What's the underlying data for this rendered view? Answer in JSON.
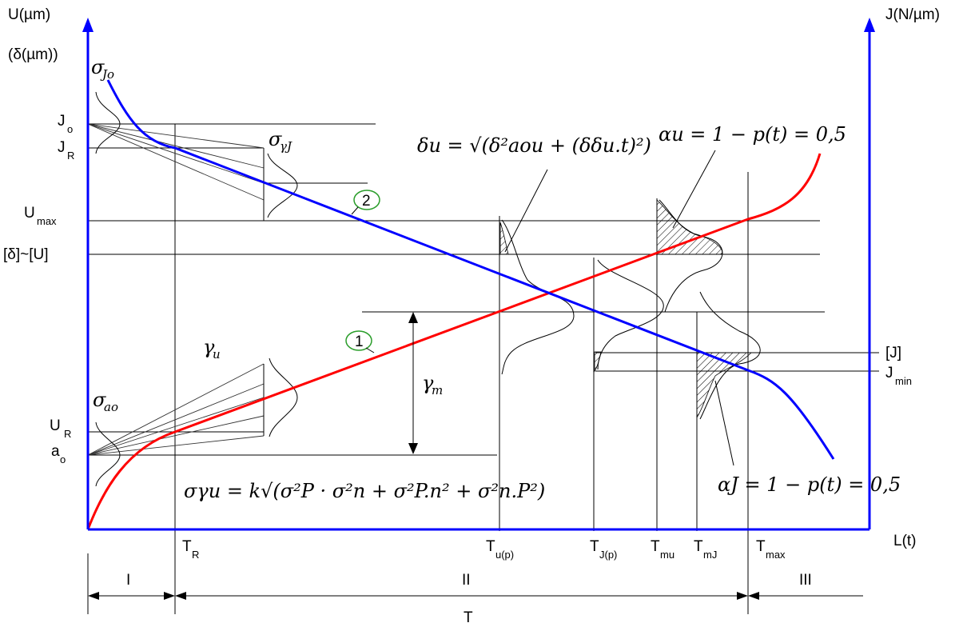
{
  "axes": {
    "y_left_label": "U(µm)",
    "y_left_label2": "(δ(µm))",
    "y_right_label": "J(N/µm)",
    "x_label": "L(t)"
  },
  "y_left_ticks": [
    {
      "key": "Jo",
      "main": "J",
      "sub": "o"
    },
    {
      "key": "JR",
      "main": "J",
      "sub": "R"
    },
    {
      "key": "Umax",
      "main": "U",
      "sub": "max"
    },
    {
      "key": "deltaU",
      "main": "[δ]~[U]",
      "sub": ""
    },
    {
      "key": "UR",
      "main": "U",
      "sub": "R"
    },
    {
      "key": "ao",
      "main": "a",
      "sub": "o"
    }
  ],
  "y_right_ticks": [
    {
      "key": "J",
      "main": "[J]",
      "sub": ""
    },
    {
      "key": "Jmin",
      "main": "J",
      "sub": "min"
    }
  ],
  "x_ticks": [
    {
      "key": "TR",
      "main": "T",
      "sub": "R"
    },
    {
      "key": "Tup",
      "main": "T",
      "sub": "u(p)"
    },
    {
      "key": "TJp",
      "main": "T",
      "sub": "J(p)"
    },
    {
      "key": "Tmu",
      "main": "T",
      "sub": "mu"
    },
    {
      "key": "TmJ",
      "main": "T",
      "sub": "mJ"
    },
    {
      "key": "Tmax",
      "main": "T",
      "sub": "max"
    }
  ],
  "zones": {
    "zone1": "I",
    "zone2": "II",
    "zone3": "III",
    "total": "T"
  },
  "curves": {
    "curve1_label": "1",
    "curve2_label": "2",
    "curve1_color": "#ff0000",
    "curve2_color": "#0000ff"
  },
  "annotations": {
    "sigma_Jo": "σ",
    "sigma_Jo_sub": "Jo",
    "sigma_gammaJ": "σ",
    "sigma_gammaJ_sub": "γJ",
    "sigma_ao": "σ",
    "sigma_ao_sub": "ao",
    "gamma_u": "γ",
    "gamma_u_sub": "u",
    "gamma_m": "γ",
    "gamma_m_sub": "m",
    "delta_u_formula": "δu = √(δ²aou + (δδu.t)²)",
    "alpha_u_formula": "αu = 1 − p(t) = 0,5",
    "alpha_J_formula": "αJ = 1 − p(t) = 0,5",
    "sigma_gamma_u_formula": "σγu = k√(σ²P · σ²n + σ²P.n² + σ²n.P²)"
  }
}
